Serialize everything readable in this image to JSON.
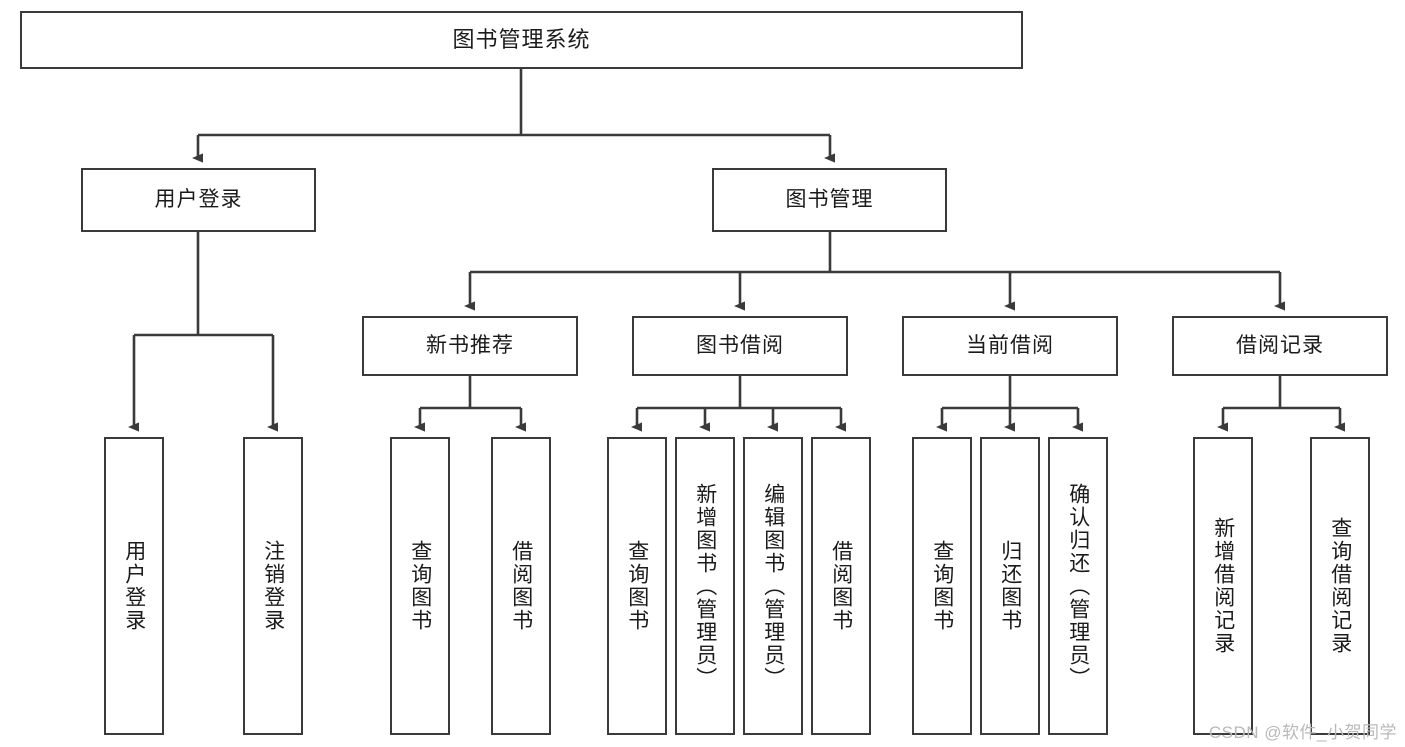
{
  "diagram": {
    "title": "图书管理系统",
    "type": "tree",
    "watermark": "CSDN @软件_小贺同学",
    "stroke_color": "#3a3a3a",
    "fill_color": "#ffffff",
    "text_color": "#1b1b1b",
    "watermark_color": "#b9b9b9",
    "nodes": {
      "root": "图书管理系统",
      "user_login": "用户登录",
      "book_manage": "图书管理",
      "new_book_rec": "新书推荐",
      "book_borrow": "图书借阅",
      "current_borrow": "当前借阅",
      "borrow_record": "借阅记录",
      "leaf_user_login": "用户登录",
      "leaf_user_logout": "注销登录",
      "leaf_rec_query": "查询图书",
      "leaf_rec_borrow": "借阅图书",
      "leaf_borrow_query": "查询图书",
      "leaf_borrow_add": "新增图书（管理员）",
      "leaf_borrow_edit": "编辑图书（管理员）",
      "leaf_borrow_borrow": "借阅图书",
      "leaf_cur_query": "查询图书",
      "leaf_cur_return": "归还图书",
      "leaf_cur_confirm": "确认归还（管理员）",
      "leaf_rec_add": "新增借阅记录",
      "leaf_rec_search": "查询借阅记录"
    }
  }
}
